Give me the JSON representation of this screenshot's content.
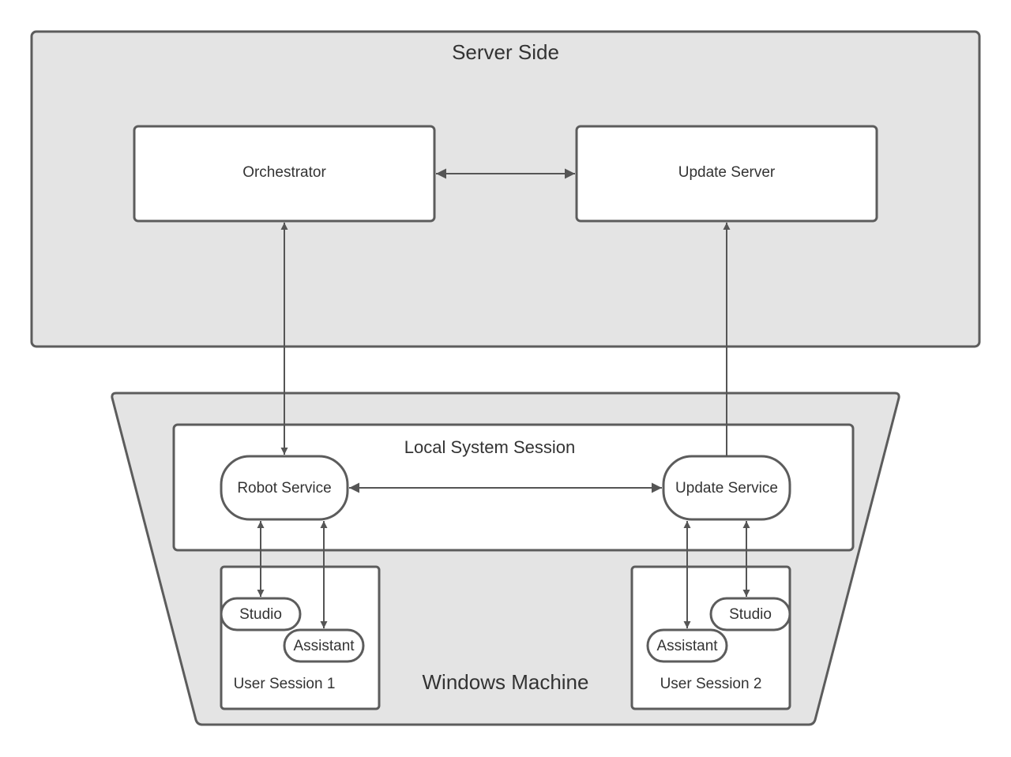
{
  "server": {
    "title": "Server Side",
    "orchestrator": "Orchestrator",
    "update_server": "Update Server"
  },
  "machine": {
    "title": "Windows Machine",
    "local_session": {
      "title": "Local System Session",
      "robot_service": "Robot Service",
      "update_service": "Update Service"
    },
    "user_session_1": {
      "title": "User Session 1",
      "studio": "Studio",
      "assistant": "Assistant"
    },
    "user_session_2": {
      "title": "User Session 2",
      "studio": "Studio",
      "assistant": "Assistant"
    }
  },
  "colors": {
    "container_fill": "#e4e4e4",
    "box_fill": "#ffffff",
    "stroke": "#5c5c5c",
    "text": "#333333"
  }
}
